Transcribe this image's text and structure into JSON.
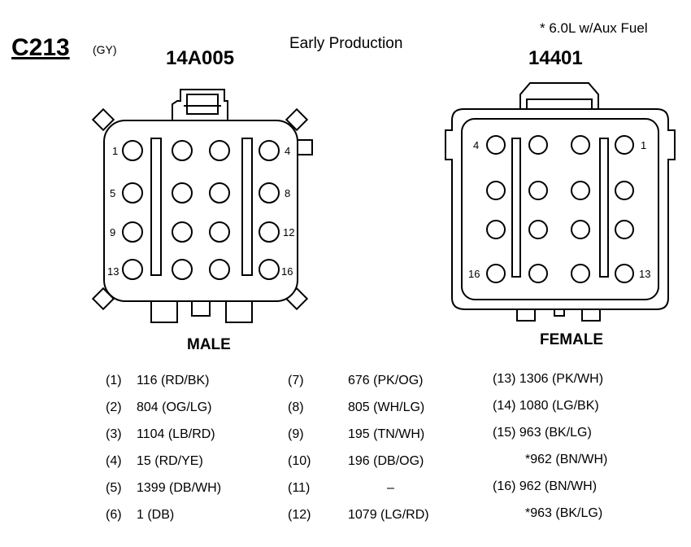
{
  "header": {
    "connector_id": "C213",
    "connector_color": "(GY)",
    "production_note": "Early Production",
    "aux_fuel_note": "*  6.0L w/Aux Fuel"
  },
  "male": {
    "part_number": "14A005",
    "label": "MALE",
    "pin_labels": [
      "1",
      "4",
      "5",
      "8",
      "9",
      "12",
      "13",
      "16"
    ]
  },
  "female": {
    "part_number": "14401",
    "label": "FEMALE",
    "pin_labels": [
      "4",
      "1",
      "16",
      "13"
    ]
  },
  "pinout": {
    "col1": [
      {
        "num": "(1)",
        "desc": "116 (RD/BK)"
      },
      {
        "num": "(2)",
        "desc": "804 (OG/LG)"
      },
      {
        "num": "(3)",
        "desc": "1104 (LB/RD)"
      },
      {
        "num": "(4)",
        "desc": "15 (RD/YE)"
      },
      {
        "num": "(5)",
        "desc": "1399 (DB/WH)"
      },
      {
        "num": "(6)",
        "desc": "1 (DB)"
      }
    ],
    "col2": [
      {
        "num": "(7)",
        "desc": "676 (PK/OG)"
      },
      {
        "num": "(8)",
        "desc": "805 (WH/LG)"
      },
      {
        "num": "(9)",
        "desc": "195 (TN/WH)"
      },
      {
        "num": "(10)",
        "desc": "196 (DB/OG)"
      },
      {
        "num": "(11)",
        "desc": "–"
      },
      {
        "num": "(12)",
        "desc": "1079 (LG/RD)"
      }
    ],
    "col3": [
      "(13) 1306 (PK/WH)",
      "(14) 1080 (LG/BK)",
      "(15) 963 (BK/LG)",
      "*962 (BN/WH)",
      "(16) 962 (BN/WH)",
      "*963 (BK/LG)"
    ]
  }
}
